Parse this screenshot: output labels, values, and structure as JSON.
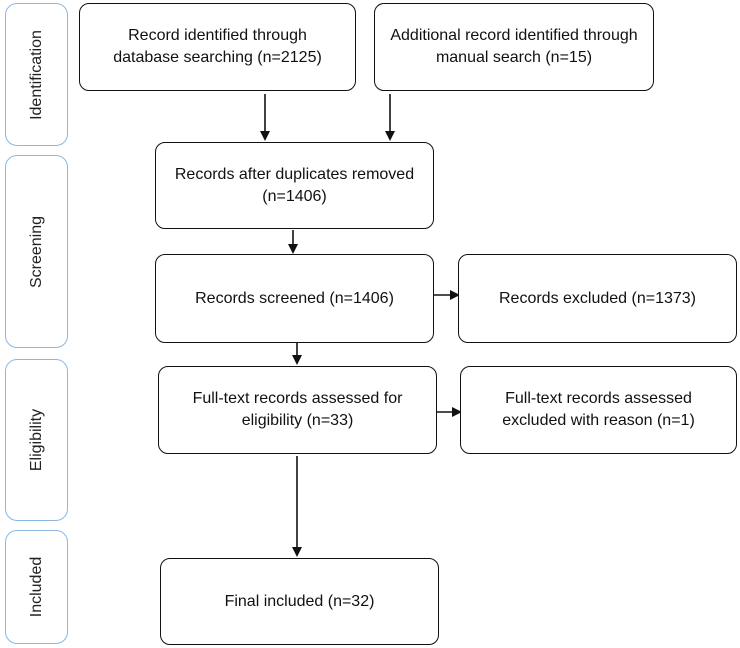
{
  "phases": [
    {
      "id": "identification",
      "label": "Identification"
    },
    {
      "id": "screening",
      "label": "Screening"
    },
    {
      "id": "eligibility",
      "label": "Eligibility"
    },
    {
      "id": "included",
      "label": "Included"
    }
  ],
  "boxes": {
    "database_search": "Record identified through database searching (n=2125)",
    "manual_search": "Additional record identified through manual search (n=15)",
    "duplicates_removed": "Records after duplicates removed (n=1406)",
    "screened": "Records screened (n=1406)",
    "excluded": "Records excluded (n=1373)",
    "fulltext_assessed": "Full-text records assessed for eligibility (n=33)",
    "fulltext_excluded": "Full-text records assessed excluded with reason (n=1)",
    "final_included": "Final included (n=32)"
  }
}
